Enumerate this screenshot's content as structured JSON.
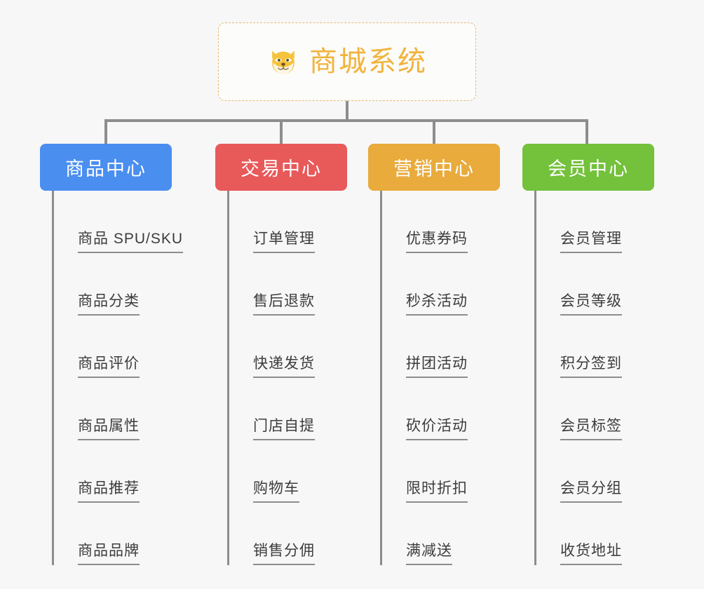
{
  "root": {
    "title": "商城系统",
    "icon": "shiba-dog-face-icon",
    "border_color": "#e8b973",
    "text_color": "#f2b33d"
  },
  "connector": {
    "color": "#8d8d8d"
  },
  "categories": [
    {
      "label": "商品中心",
      "color": "#4a8ef0",
      "items": [
        "商品 SPU/SKU",
        "商品分类",
        "商品评价",
        "商品属性",
        "商品推荐",
        "商品品牌"
      ]
    },
    {
      "label": "交易中心",
      "color": "#e8595a",
      "items": [
        "订单管理",
        "售后退款",
        "快递发货",
        "门店自提",
        "购物车",
        "销售分佣"
      ]
    },
    {
      "label": "营销中心",
      "color": "#e8ab3c",
      "items": [
        "优惠券码",
        "秒杀活动",
        "拼团活动",
        "砍价活动",
        "限时折扣",
        "满减送"
      ]
    },
    {
      "label": "会员中心",
      "color": "#74c13c",
      "items": [
        "会员管理",
        "会员等级",
        "积分签到",
        "会员标签",
        "会员分组",
        "收货地址"
      ]
    }
  ]
}
